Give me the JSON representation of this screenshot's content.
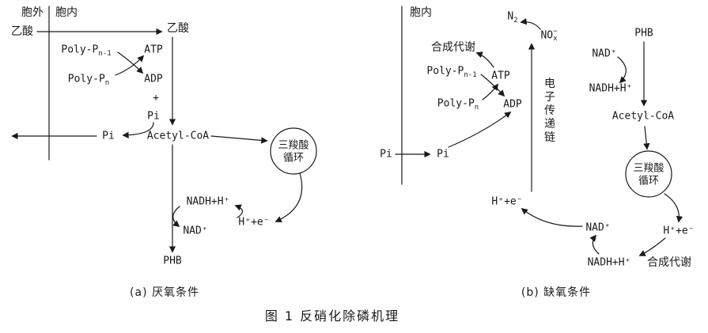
{
  "figure_caption": "图 1 反硝化除磷机理",
  "colors": {
    "ink": "#1a1a1a",
    "background": "#ffffff"
  },
  "panel_a": {
    "caption": "(a) 厌氧条件",
    "labels": {
      "extracellular": "胞外",
      "intracellular": "胞内",
      "acetate_out": "乙酸",
      "acetate_in": "乙酸",
      "poly_p_n1": {
        "base": "Poly-P",
        "sub": "n-1"
      },
      "atp": "ATP",
      "poly_p_n": {
        "base": "Poly-P",
        "sub": "n"
      },
      "adp": "ADP",
      "plus": "+",
      "pi_product": "Pi",
      "pi_released": "Pi",
      "acetyl_coa": "Acetyl-CoA",
      "tca_cycle_line1": "三羧酸",
      "tca_cycle_line2": "循环",
      "nadh": "NADH+H⁺",
      "nad": "NAD⁺",
      "h_plus_e": "H⁺+e⁻",
      "phb": "PHB"
    }
  },
  "panel_b": {
    "caption": "(b) 缺氧条件",
    "labels": {
      "intracellular": "胞内",
      "n2": {
        "base": "N",
        "sub": "2"
      },
      "nox": {
        "base": "NO",
        "sup": "−",
        "sub": "x"
      },
      "anabolism_top": "合成代谢",
      "poly_p_n1": {
        "base": "Poly-P",
        "sub": "n-1"
      },
      "atp": "ATP",
      "poly_p_n": {
        "base": "Poly-P",
        "sub": "n"
      },
      "adp": "ADP",
      "electron_transport_chain": "电子传递链",
      "pi_out": "Pi",
      "pi_in": "Pi",
      "phb": "PHB",
      "nad_top": "NAD⁺",
      "nadh_top": "NADH+H⁺",
      "acetyl_coa": "Acetyl-CoA",
      "tca_cycle_line1": "三羧酸",
      "tca_cycle_line2": "循环",
      "h_plus_e_left": "H⁺+e⁻",
      "h_plus_e_right": "H⁺+e⁻",
      "nad_bottom": "NAD⁺",
      "nadh_bottom": "NADH+H⁺",
      "anabolism_bottom": "合成代谢"
    }
  }
}
